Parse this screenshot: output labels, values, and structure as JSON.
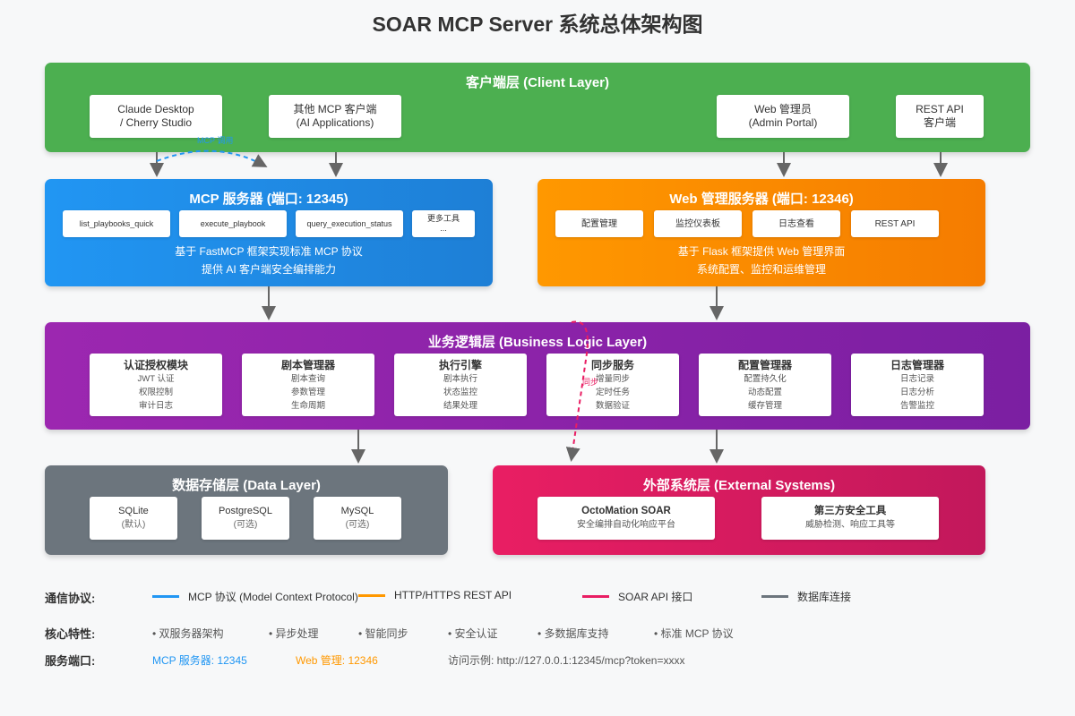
{
  "title": "SOAR MCP Server 系统总体架构图",
  "client_layer": {
    "title": "客户端层 (Client Layer)",
    "clients": [
      {
        "line1": "Claude Desktop",
        "line2": "/ Cherry Studio"
      },
      {
        "line1": "其他 MCP 客户端",
        "line2": "(AI Applications)"
      },
      {
        "line1": "Web 管理员",
        "line2": "(Admin Portal)"
      },
      {
        "line1": "REST API",
        "line2": "客户端"
      }
    ]
  },
  "mcp_note": "MCP 调用",
  "mcp_server": {
    "title": "MCP 服务器 (端口: 12345)",
    "tools": [
      "list_playbooks_quick",
      "execute_playbook",
      "query_execution_status",
      "更多工具"
    ],
    "tools_more": "...",
    "desc1": "基于 FastMCP 框架实现标准 MCP 协议",
    "desc2": "提供 AI 客户端安全编排能力"
  },
  "web_server": {
    "title": "Web 管理服务器 (端口: 12346)",
    "features": [
      "配置管理",
      "监控仪表板",
      "日志查看",
      "REST API"
    ],
    "desc1": "基于 Flask 框架提供 Web 管理界面",
    "desc2": "系统配置、监控和运维管理"
  },
  "business_layer": {
    "title": "业务逻辑层 (Business Logic Layer)",
    "modules": [
      {
        "name": "认证授权模块",
        "items": [
          "JWT 认证",
          "权限控制",
          "审计日志"
        ]
      },
      {
        "name": "剧本管理器",
        "items": [
          "剧本查询",
          "参数管理",
          "生命周期"
        ]
      },
      {
        "name": "执行引擎",
        "items": [
          "剧本执行",
          "状态监控",
          "结果处理"
        ]
      },
      {
        "name": "同步服务",
        "items": [
          "增量同步",
          "定时任务",
          "数据验证"
        ]
      },
      {
        "name": "配置管理器",
        "items": [
          "配置持久化",
          "动态配置",
          "缓存管理"
        ]
      },
      {
        "name": "日志管理器",
        "items": [
          "日志记录",
          "日志分析",
          "告警监控"
        ]
      }
    ],
    "sync_note": "同步"
  },
  "data_layer": {
    "title": "数据存储层 (Data Layer)",
    "dbs": [
      {
        "name": "SQLite",
        "note": "(默认)"
      },
      {
        "name": "PostgreSQL",
        "note": "(可选)"
      },
      {
        "name": "MySQL",
        "note": "(可选)"
      }
    ]
  },
  "external_layer": {
    "title": "外部系统层 (External Systems)",
    "systems": [
      {
        "name": "OctoMation SOAR",
        "note": "安全编排自动化响应平台"
      },
      {
        "name": "第三方安全工具",
        "note": "威胁检测、响应工具等"
      }
    ]
  },
  "legend": {
    "label": "通信协议:",
    "items": [
      {
        "text": "MCP 协议 (Model Context Protocol)",
        "color": "#2196f3"
      },
      {
        "text": "HTTP/HTTPS REST API",
        "color": "#ff9800"
      },
      {
        "text": "SOAR API 接口",
        "color": "#e91e63"
      },
      {
        "text": "数据库连接",
        "color": "#6c757d"
      }
    ]
  },
  "features": {
    "label": "核心特性:",
    "items": [
      "• 双服务器架构",
      "• 异步处理",
      "• 智能同步",
      "• 安全认证",
      "• 多数据库支持",
      "• 标准 MCP 协议"
    ]
  },
  "ports": {
    "label": "服务端口:",
    "mcp": "MCP 服务器: 12345",
    "web": "Web 管理: 12346",
    "example": "访问示例: http://127.0.0.1:12345/mcp?token=xxxx"
  },
  "colors": {
    "client": "#4caf50",
    "mcp": "#2196f3",
    "web": "#ff9800",
    "business": "#9c27b0",
    "data": "#6c757d",
    "external": "#e91e63"
  }
}
